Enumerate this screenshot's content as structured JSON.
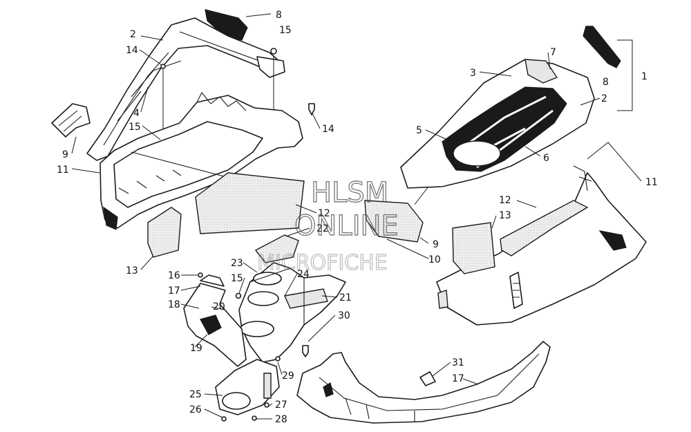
{
  "watermark": {
    "line1": "HLSM",
    "line2": "ONLINE",
    "line3": "MICROFICHE"
  },
  "callouts": [
    {
      "id": "c-8a",
      "text": "8"
    },
    {
      "id": "c-15a",
      "text": "15"
    },
    {
      "id": "c-2a",
      "text": "2"
    },
    {
      "id": "c-14a",
      "text": "14"
    },
    {
      "id": "c-4",
      "text": "4"
    },
    {
      "id": "c-15b",
      "text": "15"
    },
    {
      "id": "c-14b",
      "text": "14"
    },
    {
      "id": "c-9a",
      "text": "9"
    },
    {
      "id": "c-11a",
      "text": "11"
    },
    {
      "id": "c-12a",
      "text": "12"
    },
    {
      "id": "c-13a",
      "text": "13"
    },
    {
      "id": "c-22",
      "text": "22"
    },
    {
      "id": "c-23",
      "text": "23"
    },
    {
      "id": "c-16",
      "text": "16"
    },
    {
      "id": "c-15c",
      "text": "15"
    },
    {
      "id": "c-24",
      "text": "24"
    },
    {
      "id": "c-17a",
      "text": "17"
    },
    {
      "id": "c-18",
      "text": "18"
    },
    {
      "id": "c-20",
      "text": "20"
    },
    {
      "id": "c-21",
      "text": "21"
    },
    {
      "id": "c-30",
      "text": "30"
    },
    {
      "id": "c-19",
      "text": "19"
    },
    {
      "id": "c-29",
      "text": "29"
    },
    {
      "id": "c-25",
      "text": "25"
    },
    {
      "id": "c-26",
      "text": "26"
    },
    {
      "id": "c-27",
      "text": "27"
    },
    {
      "id": "c-28",
      "text": "28"
    },
    {
      "id": "c-7",
      "text": "7"
    },
    {
      "id": "c-3",
      "text": "3"
    },
    {
      "id": "c-8b",
      "text": "8"
    },
    {
      "id": "c-1",
      "text": "1"
    },
    {
      "id": "c-2b",
      "text": "2"
    },
    {
      "id": "c-5",
      "text": "5"
    },
    {
      "id": "c-6",
      "text": "6"
    },
    {
      "id": "c-11b",
      "text": "11"
    },
    {
      "id": "c-12b",
      "text": "12"
    },
    {
      "id": "c-13b",
      "text": "13"
    },
    {
      "id": "c-9b",
      "text": "9"
    },
    {
      "id": "c-10",
      "text": "10"
    },
    {
      "id": "c-31",
      "text": "31"
    },
    {
      "id": "c-17b",
      "text": "17"
    }
  ]
}
